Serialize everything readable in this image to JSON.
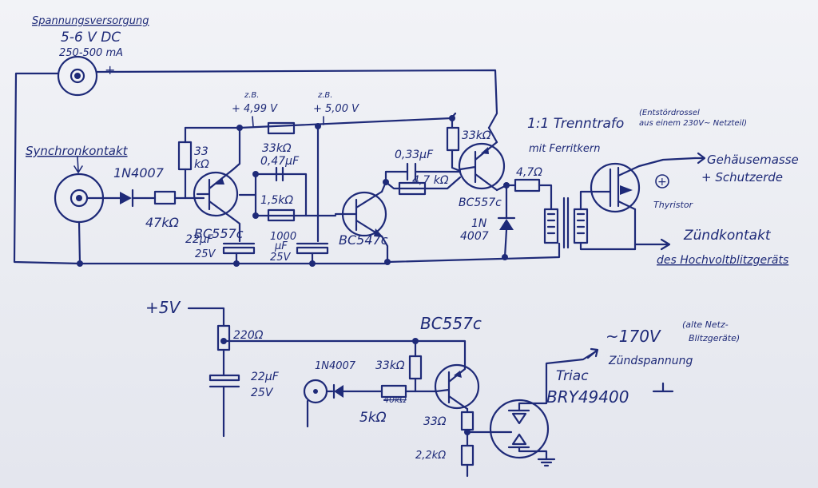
{
  "colors": {
    "ink": "#1e2a78",
    "paper": "#eceff4"
  },
  "top": {
    "supply_title": "Spannungsversorgung",
    "supply_voltage": "5-6 V DC",
    "supply_current": "250-500 mA",
    "plus": "+",
    "zb1": "z.B.",
    "volt1": "+ 4,99 V",
    "zb2": "z.B.",
    "volt2": "+ 5,00 V",
    "sync": "Synchronkontakt",
    "diode1": "1N4007",
    "r47k": "47kΩ",
    "r33k_a1": "33",
    "r33k_a2": "kΩ",
    "bc557_1": "BC557c",
    "r33k_b": "33kΩ",
    "c047": "0,47µF",
    "r15k": "1,5kΩ",
    "c22_1": "22µF",
    "c22_2": "25V",
    "c1000_1": "1000",
    "c1000_2": "µF",
    "c1000_3": "25V",
    "bc547": "BC547c",
    "c033": "0,33µF",
    "r47k_c": "4,7 kΩ",
    "r33k_c": "33kΩ",
    "bc557_2": "BC557c",
    "diode2_a": "1N",
    "diode2_b": "4007",
    "r47": "4,7Ω",
    "trafo_1": "1:1 Trenntrafo",
    "trafo_2": "mit Ferritkern",
    "trafo_note_1": "(Entstördrossel",
    "trafo_note_2": "aus einem 230V~ Netzteil)",
    "thyristor": "Thyristor",
    "plus2": "+",
    "gehaeuse": "Gehäusemasse",
    "schutzerde": "+ Schutzerde",
    "zuend_1": "Zündkontakt",
    "zuend_2": "des Hochvoltblitzgeräts"
  },
  "bottom": {
    "plus5v": "+5V",
    "r220": "220Ω",
    "c22_a": "22µF",
    "c22_b": "25V",
    "bc557": "BC557c",
    "diode": "1N4007",
    "r33k": "33kΩ",
    "r40k": "40kΩ",
    "r5k": "5kΩ",
    "r33": "33Ω",
    "r22k": "2,2kΩ",
    "triac_1": "Triac",
    "triac_2": "BRY49400",
    "v170": "~170V",
    "v170_note_1": "(alte Netz-",
    "v170_note_2": "Blitzgeräte)",
    "zuend": "Zündspannung"
  }
}
